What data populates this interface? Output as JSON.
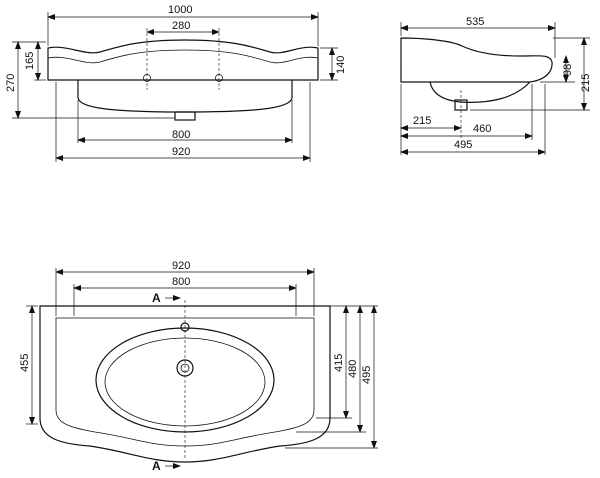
{
  "front_view": {
    "overall_width": "1000",
    "tap_spacing": "280",
    "bowl_width": "800",
    "top_width": "920",
    "total_height": "270",
    "rim_height": "165",
    "deck_height": "140"
  },
  "side_view": {
    "depth": "535",
    "height_98": "98",
    "height_215": "215",
    "offset_215": "215",
    "width_460": "460",
    "width_495": "495"
  },
  "top_view": {
    "width_920": "920",
    "width_800": "800",
    "section_label_top": "A",
    "section_label_bottom": "A",
    "depth_455": "455",
    "depth_415": "415",
    "depth_480": "480",
    "depth_495": "495"
  }
}
